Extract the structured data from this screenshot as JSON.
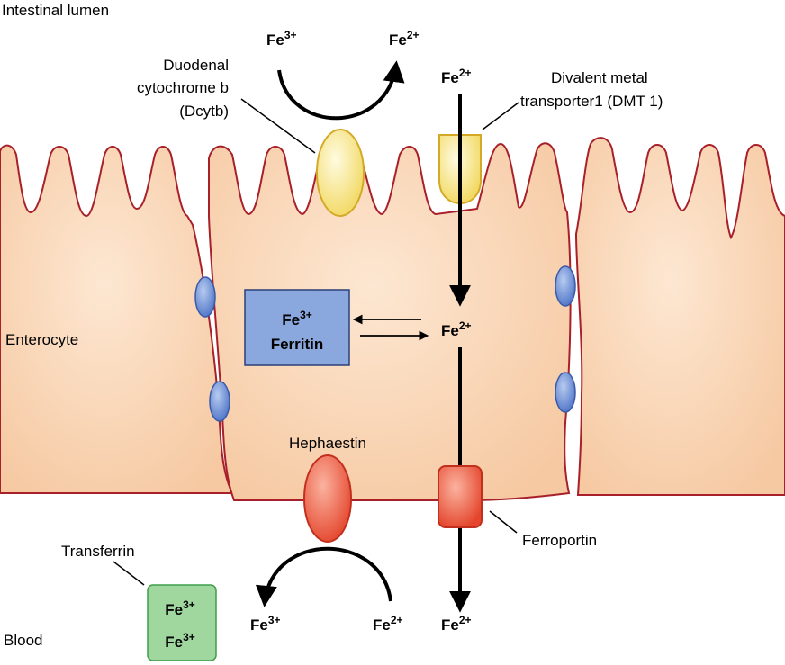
{
  "regions": {
    "lumen": "Intestinal lumen",
    "cell": "Enterocyte",
    "blood": "Blood"
  },
  "proteins": {
    "dcytb": {
      "line1": "Duodenal",
      "line2": "cytochrome b",
      "line3": "(Dcytb)",
      "color": "#f5e27a"
    },
    "dmt1": {
      "line1": "Divalent metal",
      "line2": "transporter1 (DMT 1)",
      "color": "#f7e79a"
    },
    "hephaestin": {
      "label": "Hephaestin",
      "color": "#ea5a40"
    },
    "ferroportin": {
      "label": "Ferroportin",
      "color": "#ea5a40"
    },
    "transferrin": {
      "label": "Transferrin",
      "line1": "Fe",
      "line1_sup": "3+",
      "line2": "Fe",
      "line2_sup": "3+",
      "color": "#9fd79f"
    }
  },
  "ferritin_box": {
    "line1": "Fe",
    "line1_sup": "3+",
    "line2": "Ferritin",
    "color": "#8aa8dd"
  },
  "ions": {
    "lumen_fe3": {
      "base": "Fe",
      "sup": "3+"
    },
    "lumen_fe2_left": {
      "base": "Fe",
      "sup": "2+"
    },
    "lumen_fe2_transport": {
      "base": "Fe",
      "sup": "2+"
    },
    "cell_fe2": {
      "base": "Fe",
      "sup": "2+"
    },
    "blood_fe3": {
      "base": "Fe",
      "sup": "3+"
    },
    "blood_fe2_left": {
      "base": "Fe",
      "sup": "2+"
    },
    "blood_fe2_right": {
      "base": "Fe",
      "sup": "2+"
    }
  },
  "colors": {
    "cell_fill": "#fad6b6",
    "membrane": "#a8202a",
    "junction": "#6f8fd6"
  }
}
